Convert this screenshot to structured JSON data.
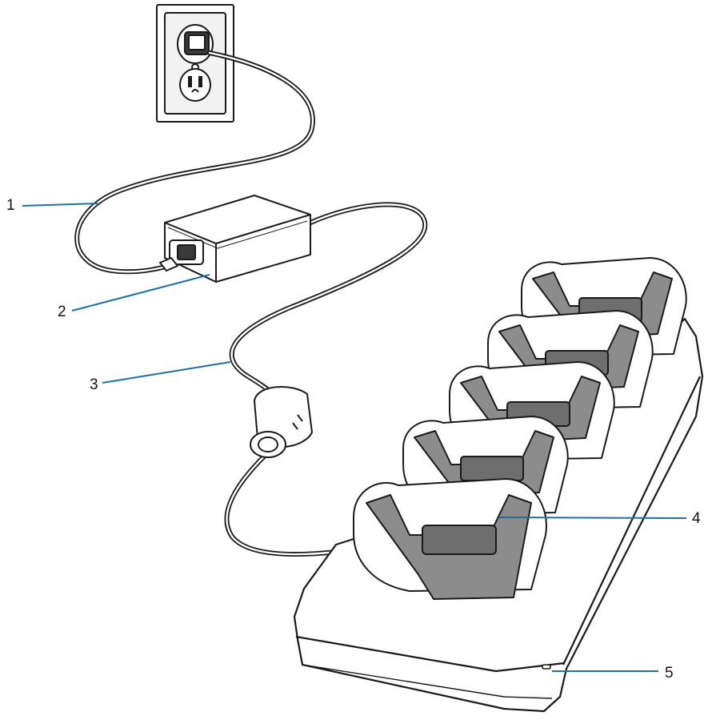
{
  "colors": {
    "leader": "#1f6f9f",
    "outline": "#1a1a1a",
    "cradle_insert": "#8c8c8c",
    "cradle_insert_dark": "#6e6e6e",
    "wall": "#f2f2f2"
  },
  "callouts": [
    {
      "id": "1",
      "label": "1",
      "part": "ac-line-cord"
    },
    {
      "id": "2",
      "label": "2",
      "part": "power-supply"
    },
    {
      "id": "3",
      "label": "3",
      "part": "dc-line-cord"
    },
    {
      "id": "4",
      "label": "4",
      "part": "charging-cradle"
    },
    {
      "id": "5",
      "label": "5",
      "part": "power-led"
    }
  ]
}
